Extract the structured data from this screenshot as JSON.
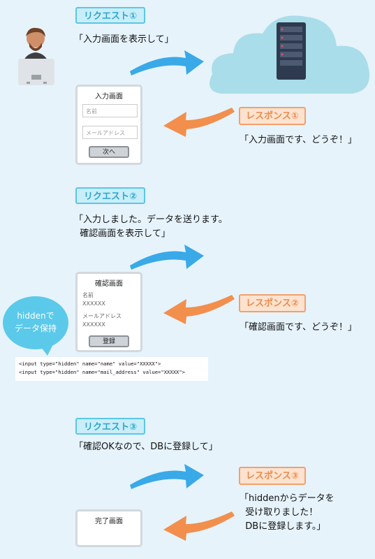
{
  "colors": {
    "background": "#e6f3fb",
    "request_accent": "#5bc7e6",
    "response_accent": "#f2a06b",
    "cloud": "#a9dde9"
  },
  "steps": [
    {
      "request_label": "リクエスト①",
      "request_text": "「入力画面を表示して」",
      "response_label": "レスポンス①",
      "response_text": "「入力画面です、どうぞ！」",
      "screen": {
        "title": "入力画面",
        "name_placeholder": "名前",
        "email_placeholder": "メールアドレス",
        "button": "次へ"
      }
    },
    {
      "request_label": "リクエスト②",
      "request_text": "「入力しました。データを送ります。\n  確認画面を表示して」",
      "response_label": "レスポンス②",
      "response_text": "「確認画面です、どうぞ！」",
      "screen": {
        "title": "確認画面",
        "name_label": "名前",
        "name_value": "XXXXXX",
        "email_label": "メールアドレス",
        "email_value": "XXXXXX",
        "button": "登録"
      },
      "bubble": "hiddenで\nデータ保持",
      "code": [
        "<input type=\"hidden\" name=\"name\" value=\"XXXXX\">",
        "<input type=\"hidden\" name=\"mail_address\" value=\"XXXXX\">"
      ]
    },
    {
      "request_label": "リクエスト③",
      "request_text": "「確認OKなので、DBに登録して」",
      "response_label": "レスポンス③",
      "response_text": "「hiddenからデータを\n  受け取りました！\n  DBに登録します。」",
      "screen": {
        "title": "完了画面"
      }
    }
  ]
}
